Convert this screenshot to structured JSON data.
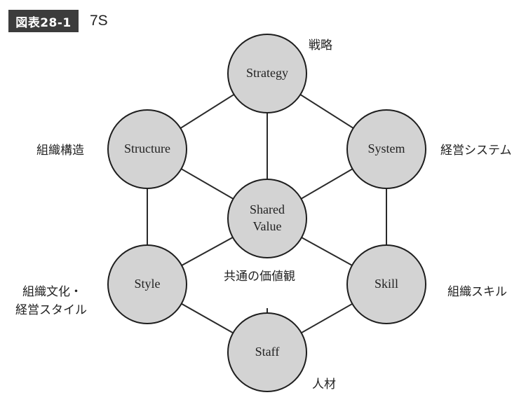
{
  "figure": {
    "tag": "図表28-1",
    "title": "7S"
  },
  "nodes": {
    "strategy": "Strategy",
    "structure": "Structure",
    "system": "System",
    "shared_value_line1": "Shared",
    "shared_value_line2": "Value",
    "style": "Style",
    "skill": "Skill",
    "staff": "Staff"
  },
  "annotations": {
    "strategy": "戦略",
    "structure": "組織構造",
    "system": "経営システム",
    "shared_value": "共通の価値観",
    "style_line1": "組織文化・",
    "style_line2": "経営スタイル",
    "skill": "組織スキル",
    "staff": "人材"
  }
}
